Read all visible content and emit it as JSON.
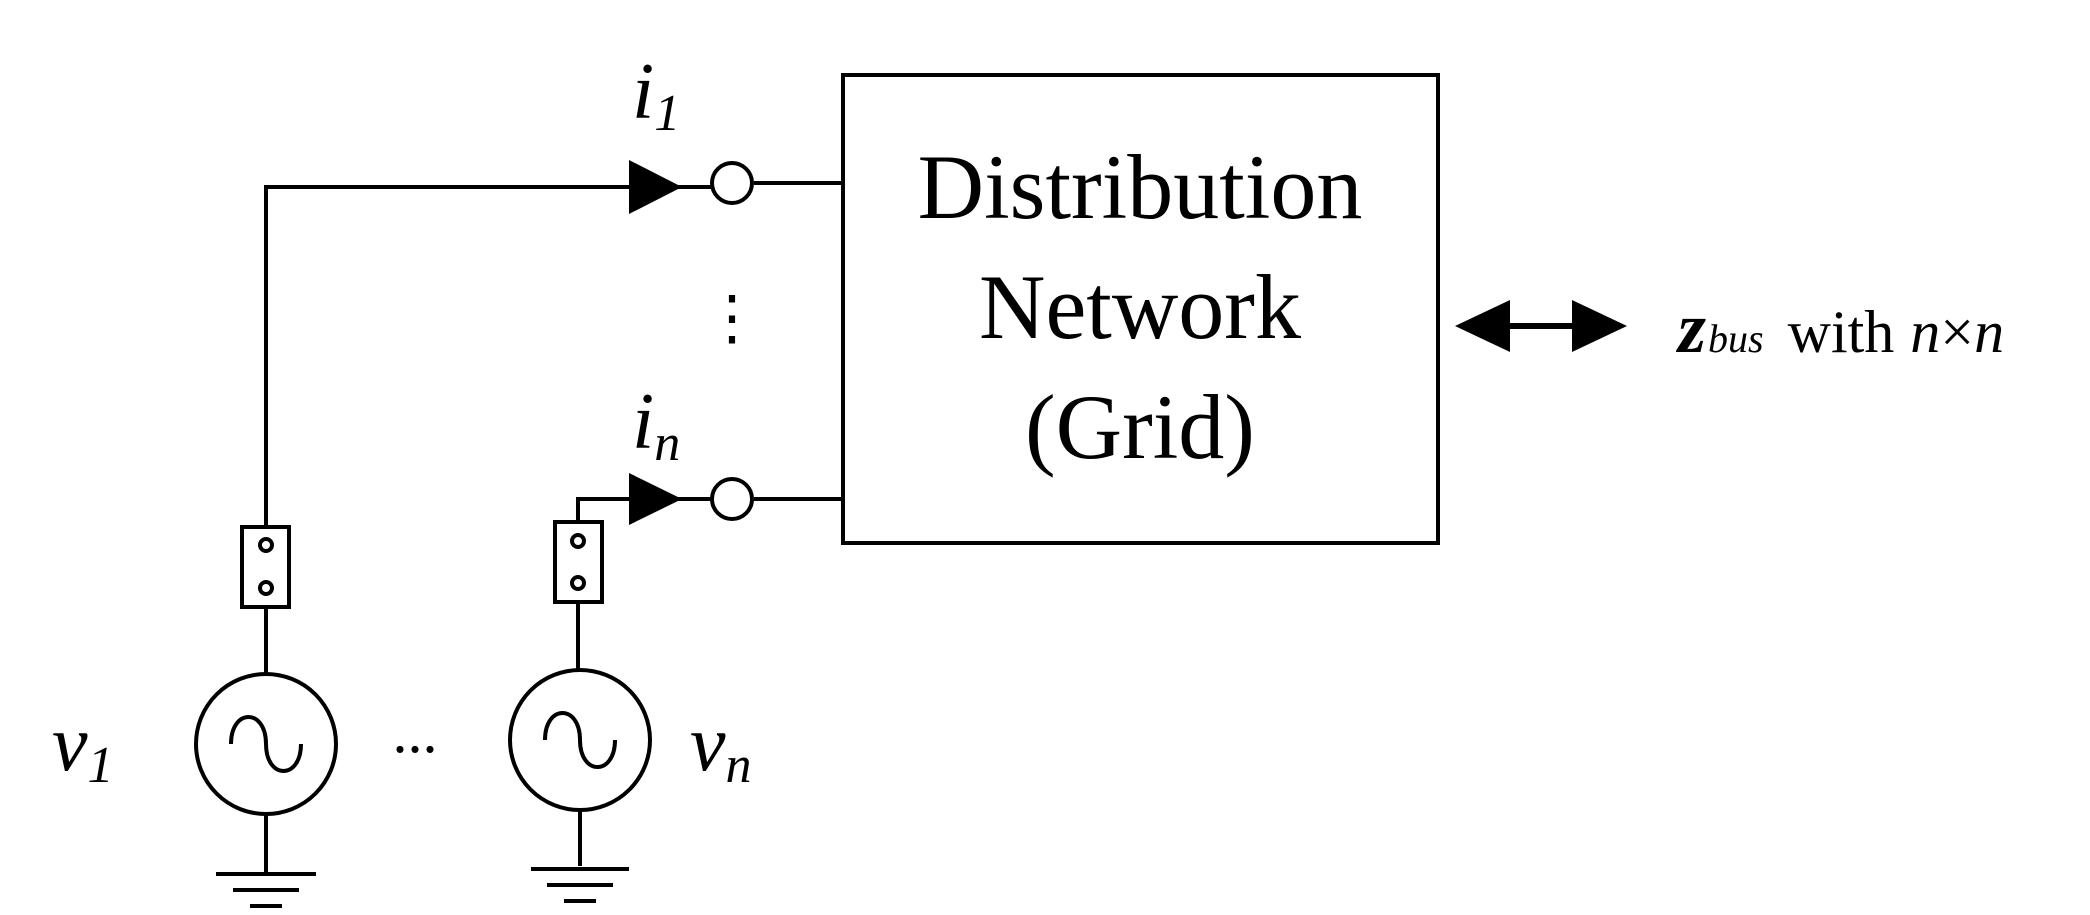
{
  "network_box": {
    "line1": "Distribution",
    "line2": "Network",
    "line3": "(Grid)"
  },
  "labels": {
    "i1_var": "i",
    "i1_sub": "1",
    "in_var": "i",
    "in_sub": "n",
    "v1_var": "v",
    "v1_sub": "1",
    "vn_var": "v",
    "vn_sub": "n",
    "source_ellipsis": "...",
    "terminal_ellipsis": "⋮"
  },
  "zbus_annotation": {
    "symbol": "z",
    "subscript": "bus",
    "with_text": "with",
    "dim_n1": "n",
    "times": "×",
    "dim_n2": "n"
  }
}
